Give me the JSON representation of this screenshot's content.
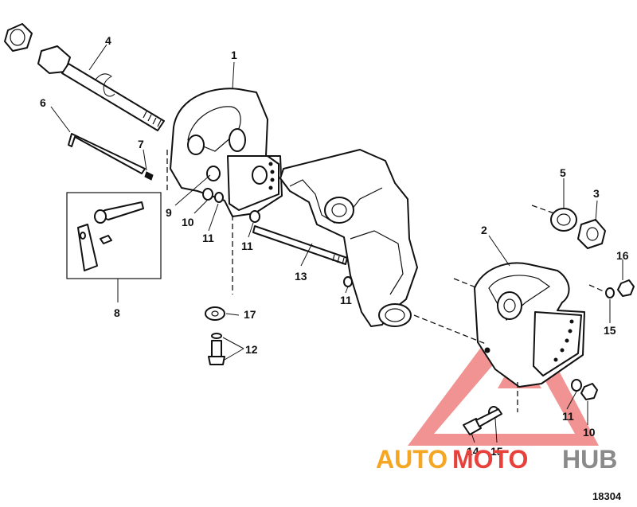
{
  "figure_number": "18304",
  "watermark": {
    "text_orange": "AUTO",
    "text_red": "MOTO",
    "text_gray": "HUB",
    "color_orange": "#f5a623",
    "color_red": "#e8413c",
    "color_gray": "#8a8a8a",
    "triangle_color": "#f08080"
  },
  "callouts": [
    {
      "id": "1",
      "label": "1"
    },
    {
      "id": "2",
      "label": "2"
    },
    {
      "id": "3",
      "label": "3"
    },
    {
      "id": "4",
      "label": "4"
    },
    {
      "id": "5",
      "label": "5"
    },
    {
      "id": "6",
      "label": "6"
    },
    {
      "id": "7",
      "label": "7"
    },
    {
      "id": "8",
      "label": "8"
    },
    {
      "id": "9",
      "label": "9"
    },
    {
      "id": "10a",
      "label": "10"
    },
    {
      "id": "10b",
      "label": "10"
    },
    {
      "id": "11a",
      "label": "11"
    },
    {
      "id": "11b",
      "label": "11"
    },
    {
      "id": "11c",
      "label": "11"
    },
    {
      "id": "11d",
      "label": "11"
    },
    {
      "id": "12",
      "label": "12"
    },
    {
      "id": "13",
      "label": "13"
    },
    {
      "id": "14",
      "label": "14"
    },
    {
      "id": "15a",
      "label": "15"
    },
    {
      "id": "15b",
      "label": "15"
    },
    {
      "id": "16",
      "label": "16"
    },
    {
      "id": "17",
      "label": "17"
    }
  ]
}
